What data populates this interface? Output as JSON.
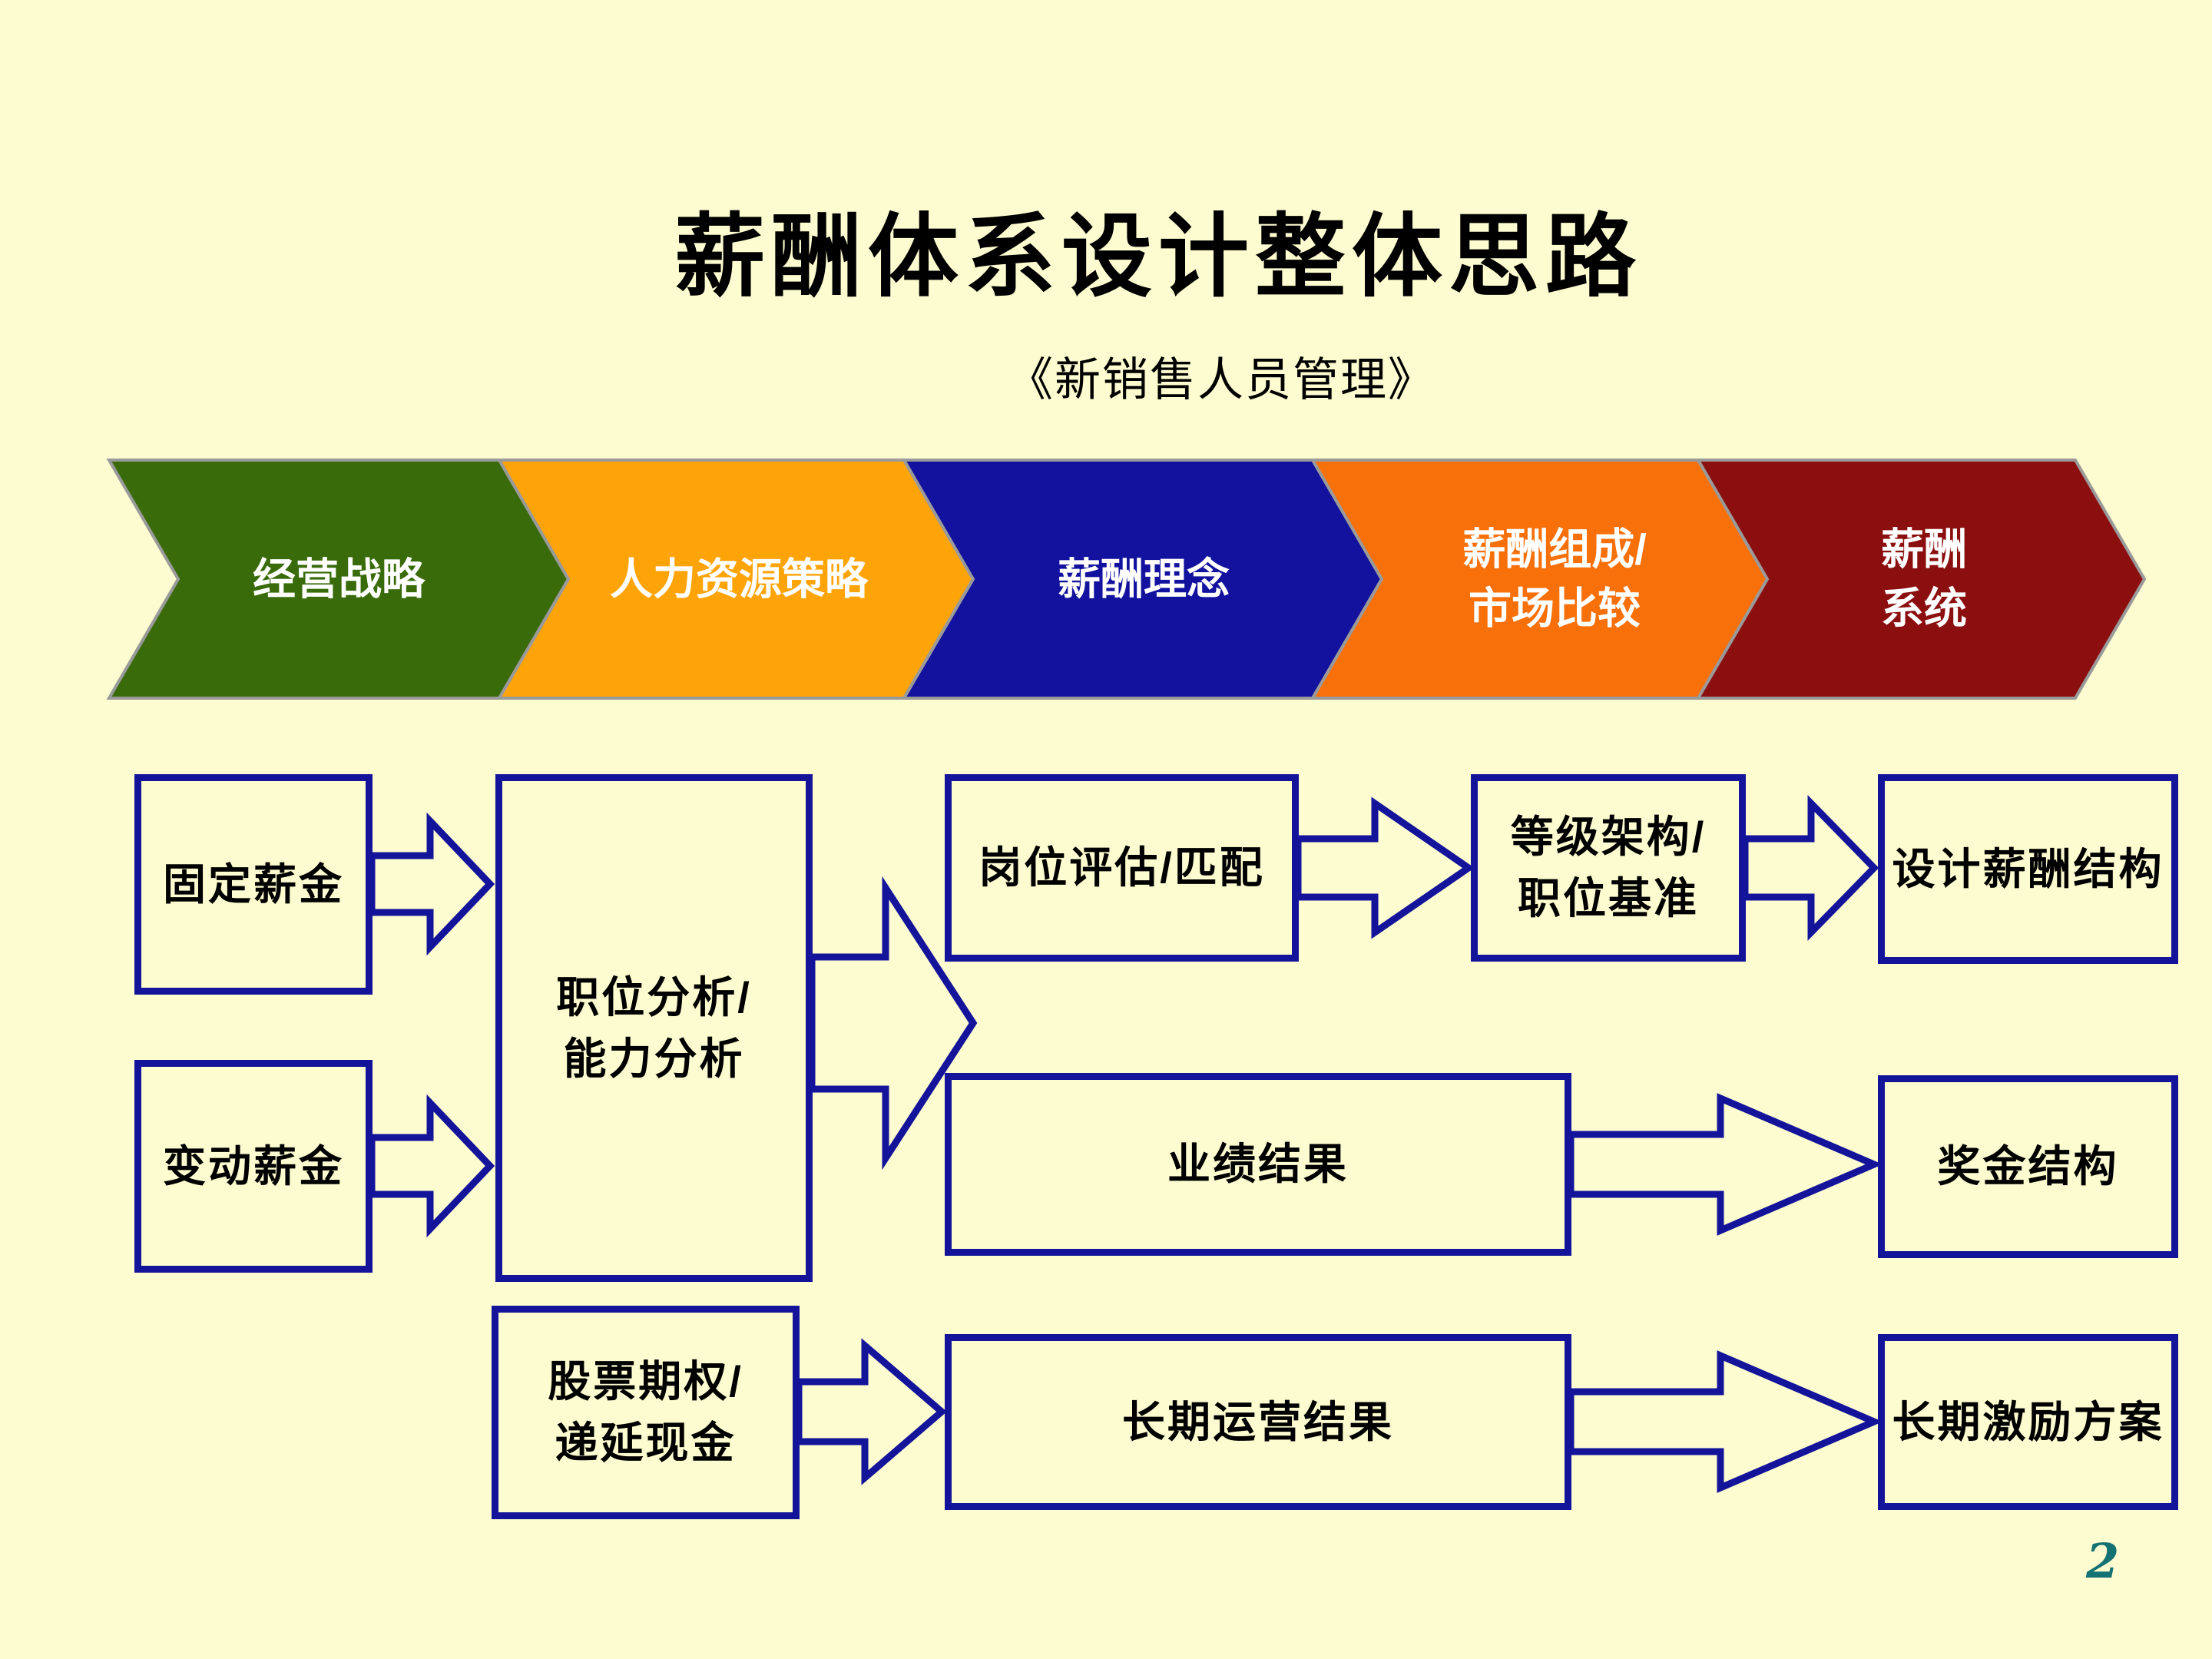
{
  "slide": {
    "title": "薪酬体系设计整体思路",
    "subtitle": "《新销售人员管理》",
    "page_number": "2"
  },
  "colors": {
    "background": "#FDFCD0",
    "line_navy": "#14149B",
    "chevron_border_gray": "#9A9A9A",
    "text_black": "#000000",
    "chevron_text_white": "#FFFFFF",
    "page_number_teal": "#157274"
  },
  "process_chevrons": [
    {
      "name": "经营战略",
      "color": "#3A6B0B",
      "lines": [
        "经营战略"
      ]
    },
    {
      "name": "人力资源策略",
      "color": "#FFA408",
      "lines": [
        "人力资源策略"
      ]
    },
    {
      "name": "薪酬理念",
      "color": "#12129E",
      "lines": [
        "薪酬理念"
      ]
    },
    {
      "name": "薪酬组成/市场比较",
      "color": "#F8700A",
      "lines": [
        "薪酬组成/",
        "市场比较"
      ]
    },
    {
      "name": "薪酬系统",
      "color": "#8C0F10",
      "lines": [
        "薪酬",
        "系统"
      ]
    }
  ],
  "flow_boxes": {
    "fixed_salary": {
      "lines": [
        "固定薪金"
      ]
    },
    "variable_salary": {
      "lines": [
        "变动薪金"
      ]
    },
    "position_analysis": {
      "lines": [
        "职位分析/",
        "能力分析"
      ]
    },
    "job_evaluation": {
      "lines": [
        "岗位评估/匹配"
      ]
    },
    "grade_structure": {
      "lines": [
        "等级架构/",
        "职位基准"
      ]
    },
    "design_pay_structure": {
      "lines": [
        "设计薪酬结构"
      ]
    },
    "performance_results": {
      "lines": [
        "业绩结果"
      ]
    },
    "bonus_structure": {
      "lines": [
        "奖金结构"
      ]
    },
    "stock_options": {
      "lines": [
        "股票期权/",
        "递延现金"
      ]
    },
    "longterm_results": {
      "lines": [
        "长期运营结果"
      ]
    },
    "longterm_incentive": {
      "lines": [
        "长期激励方案"
      ]
    }
  }
}
